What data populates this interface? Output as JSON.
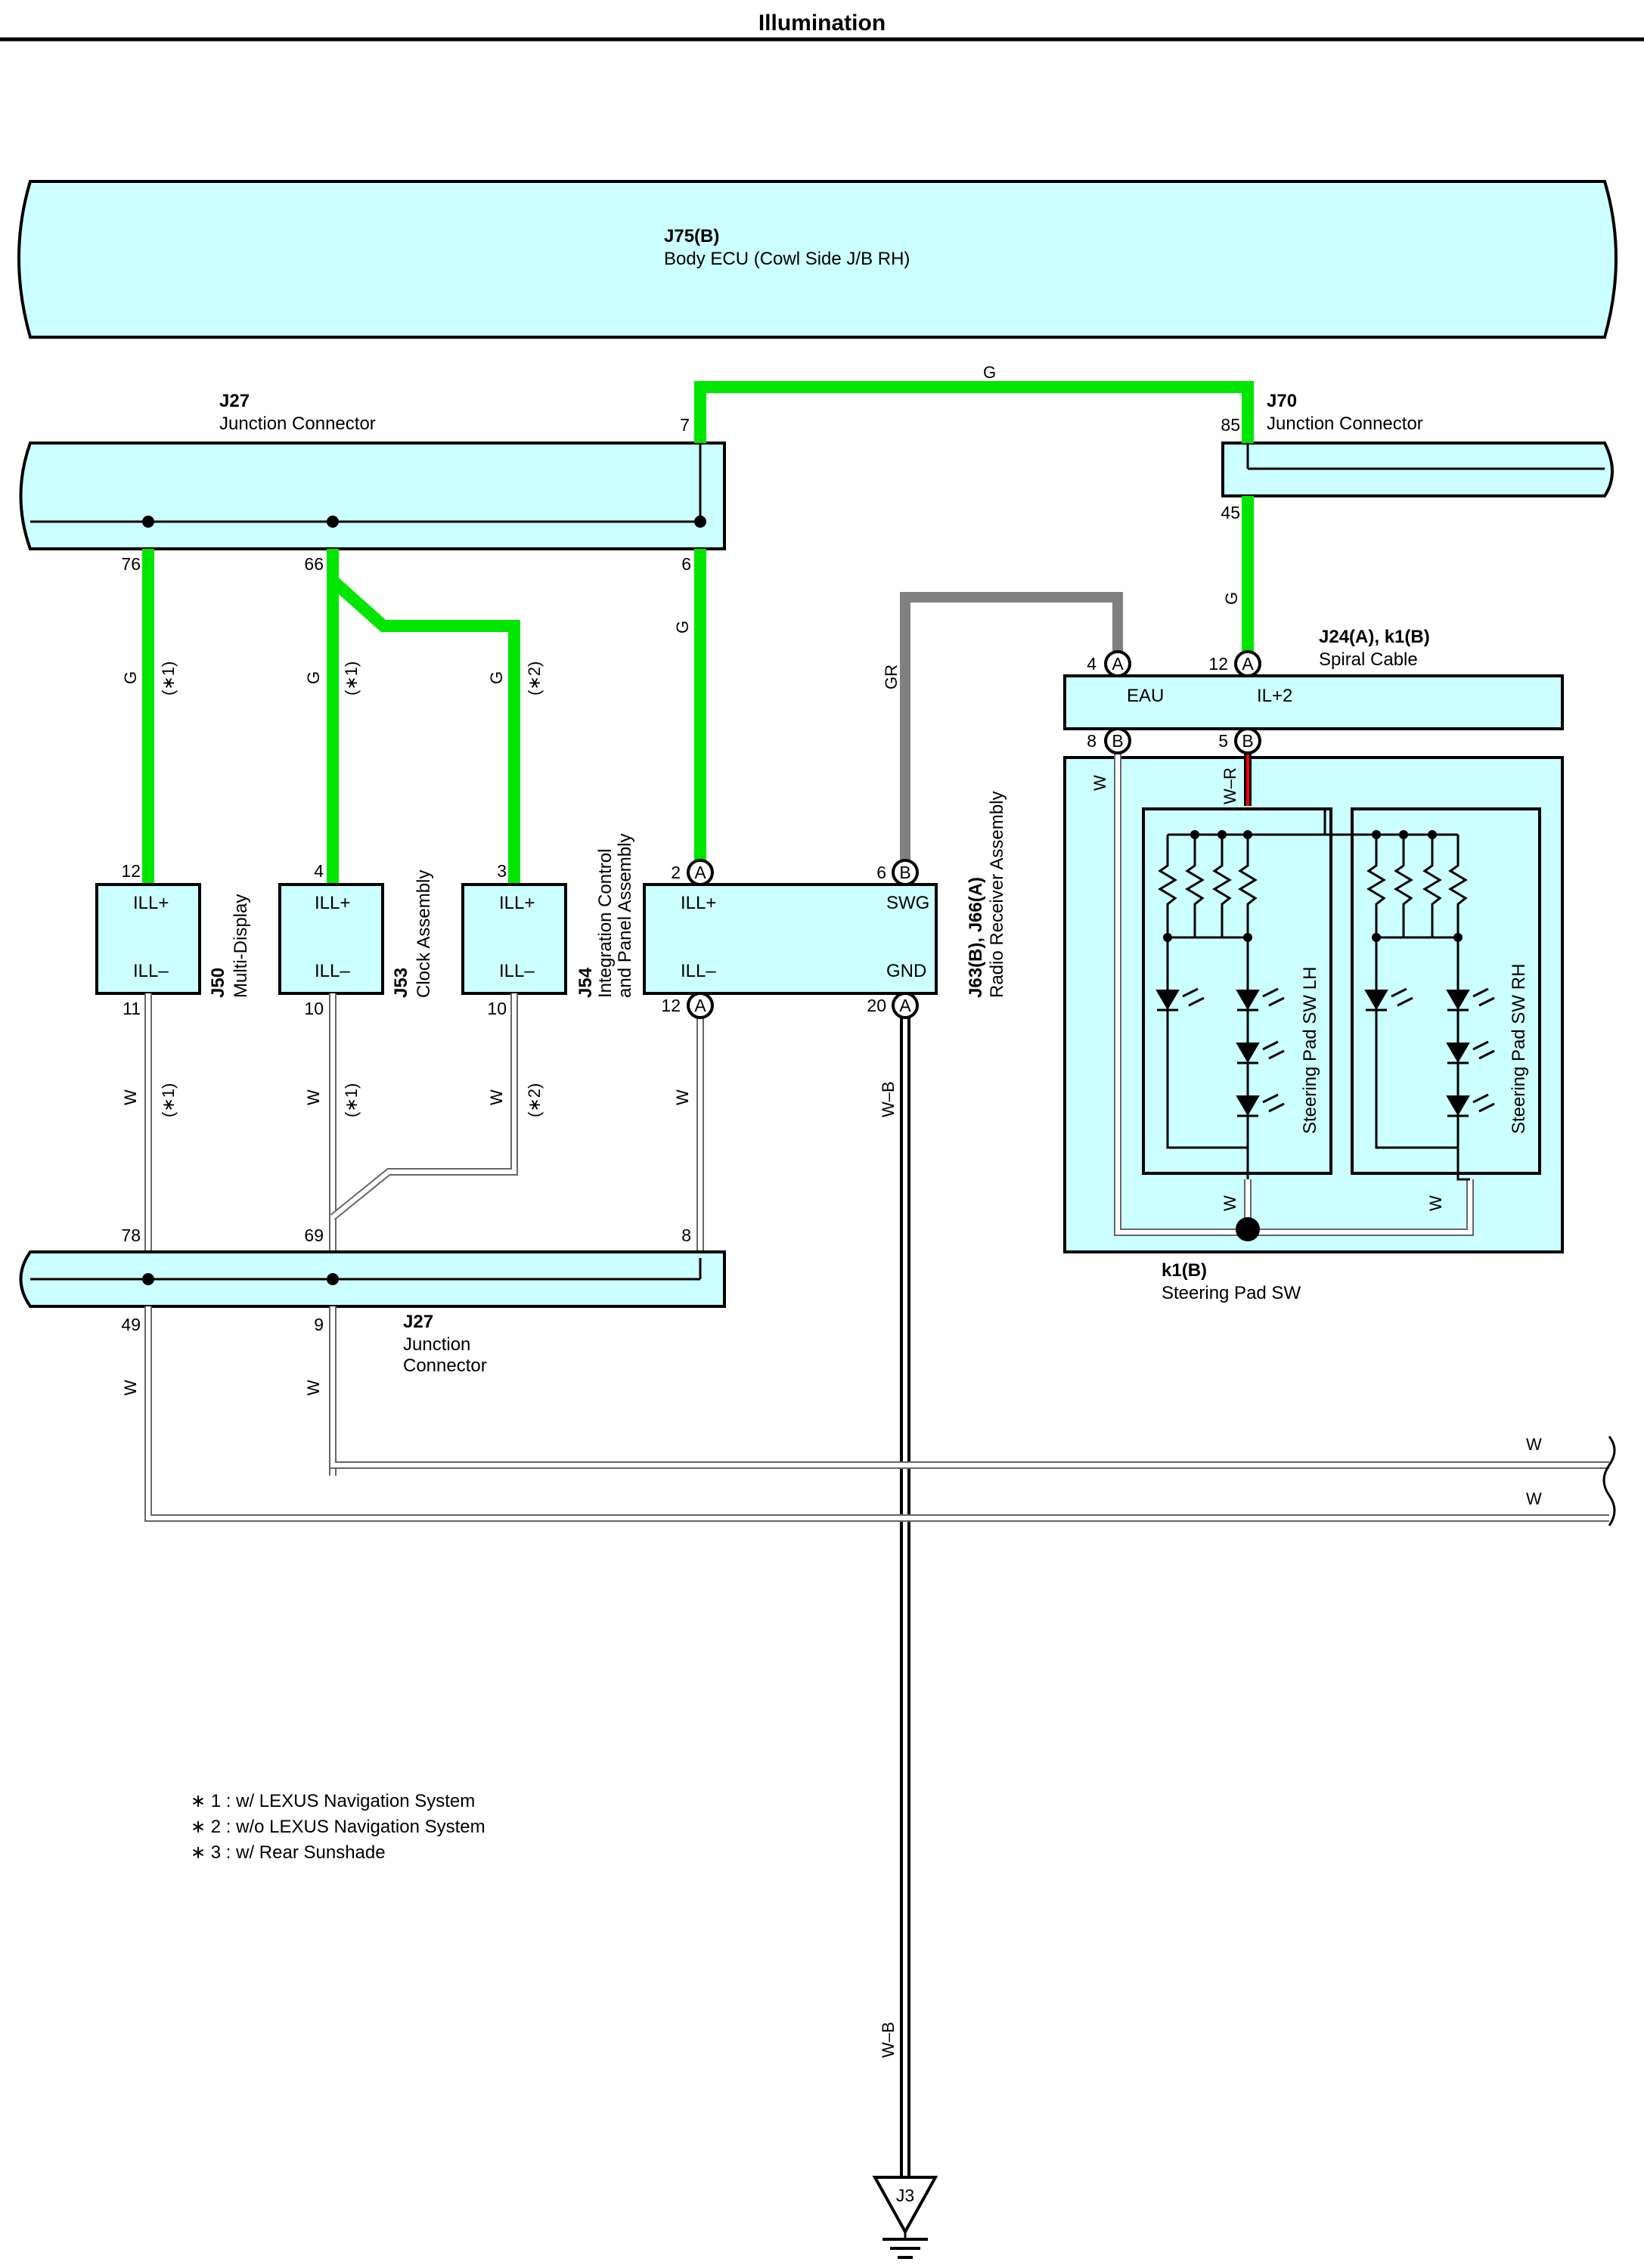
{
  "title": "Illumination",
  "body_ecu": {
    "code": "J75(B)",
    "name": "Body ECU (Cowl Side J/B RH)"
  },
  "j27_top": {
    "code": "J27",
    "name": "Junction Connector"
  },
  "j70": {
    "code": "J70",
    "name": "Junction Connector"
  },
  "spiral": {
    "code": "J24(A), k1(B)",
    "name": "Spiral Cable",
    "pin_eau": "EAU",
    "pin_il2": "IL+2"
  },
  "j27_bottom": {
    "code": "J27",
    "name_line1": "Junction",
    "name_line2": "Connector"
  },
  "steering_pad": {
    "code": "k1(B)",
    "name": "Steering Pad SW",
    "lh": "Steering Pad SW LH",
    "rh": "Steering Pad SW RH"
  },
  "components": {
    "j50": {
      "code": "J50",
      "name": "Multi-Display",
      "ill_plus": "ILL+",
      "ill_minus": "ILL–"
    },
    "j53": {
      "code": "J53",
      "name": "Clock Assembly",
      "ill_plus": "ILL+",
      "ill_minus": "ILL–"
    },
    "c3": {
      "ill_plus": "ILL+",
      "ill_minus": "ILL–"
    },
    "j54": {
      "code": "J54",
      "name_line1": "Integration Control",
      "name_line2": "and Panel Assembly",
      "ill_plus": "ILL+",
      "ill_minus": "ILL–",
      "swg": "SWG",
      "gnd": "GND"
    },
    "j63": {
      "code": "J63(B), J66(A)",
      "name": "Radio Receiver Assembly"
    }
  },
  "pins": {
    "p7": "7",
    "p85": "85",
    "p45": "45",
    "p76": "76",
    "p66": "66",
    "p6": "6",
    "p4": "4",
    "p12s": "12",
    "p8": "8",
    "p5": "5",
    "p12a": "12",
    "p4a": "4",
    "p3a": "3",
    "p2": "2",
    "p6b": "6",
    "p11": "11",
    "p10a": "10",
    "p10b": "10",
    "p12b": "12",
    "p20": "20",
    "p78": "78",
    "p69": "69",
    "p8b": "8",
    "p49": "49",
    "p9": "9"
  },
  "connector_letters": {
    "a": "A",
    "b": "B"
  },
  "wire_colors": {
    "g": "G",
    "gr": "GR",
    "w": "W",
    "wb": "W–B",
    "wr": "W–R"
  },
  "notes": {
    "n1": "(∗1)",
    "n2": "(∗2)"
  },
  "legend": {
    "l1": "∗ 1 : w/ LEXUS Navigation System",
    "l2": "∗ 2 : w/o LEXUS Navigation System",
    "l3": "∗ 3 : w/ Rear Sunshade"
  },
  "ground": "J3",
  "colors": {
    "box_fill": "#ccffff",
    "green_wire": "#00e600",
    "gray_wire": "#808080",
    "red_wire": "#ff0000"
  }
}
